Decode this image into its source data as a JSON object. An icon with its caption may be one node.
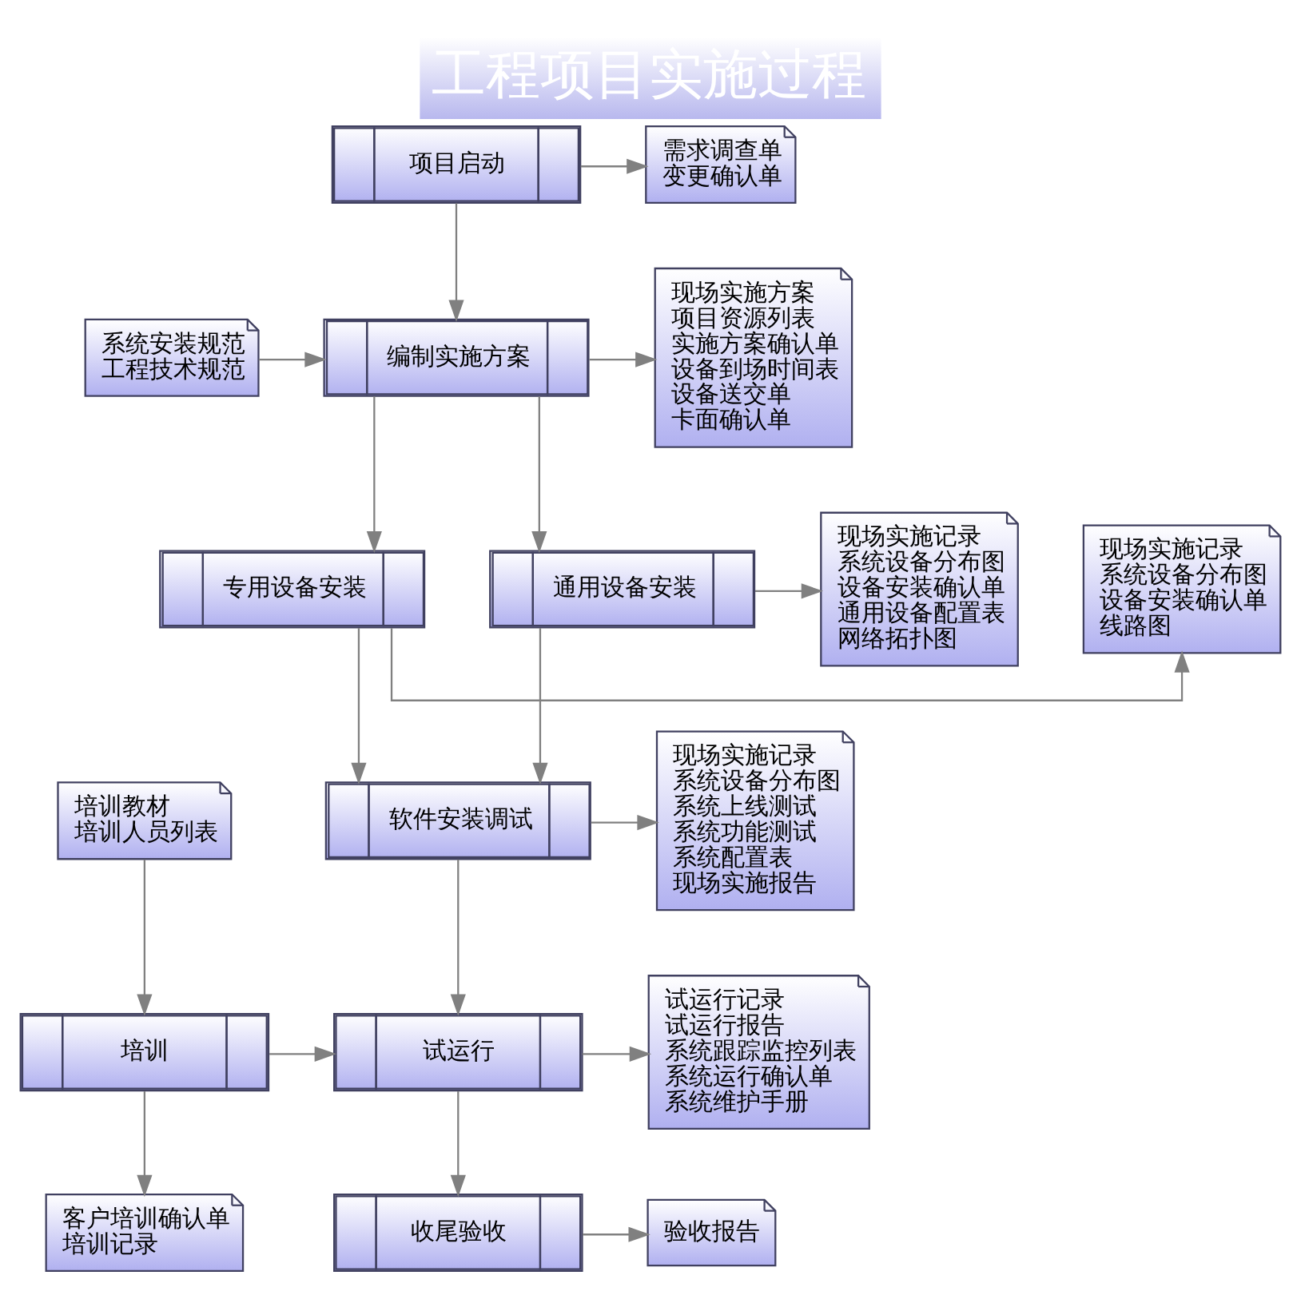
{
  "diagram": {
    "title": "工程项目实施过程",
    "nodes": [
      {
        "text": [
          "项目启动"
        ]
      },
      {
        "text": [
          "需求调查单",
          "变更确认单"
        ]
      },
      {
        "text": [
          "系统安装规范",
          "工程技术规范"
        ]
      },
      {
        "text": [
          "编制实施方案"
        ]
      },
      {
        "text": [
          "现场实施方案",
          "项目资源列表",
          "实施方案确认单",
          "设备到场时间表",
          "设备送交单",
          "卡面确认单"
        ]
      },
      {
        "text": [
          "现场实施记录",
          "系统设备分布图",
          "设备安装确认单",
          "通用设备配置表",
          "网络拓扑图"
        ]
      },
      {
        "text": [
          "通用设备安装"
        ]
      },
      {
        "text": [
          "专用设备安装"
        ]
      },
      {
        "text": [
          "现场实施记录",
          "系统设备分布图",
          "设备安装确认单",
          "线路图"
        ]
      },
      {
        "text": [
          "软件安装调试"
        ]
      },
      {
        "text": [
          "现场实施记录",
          "系统设备分布图",
          "系统上线测试",
          "系统功能测试",
          "系统配置表",
          "现场实施报告"
        ]
      },
      {
        "text": [
          "培训教材",
          "培训人员列表"
        ]
      },
      {
        "text": [
          "培训"
        ]
      },
      {
        "text": [
          "试运行"
        ]
      },
      {
        "text": [
          "试运行记录",
          "试运行报告",
          "系统跟踪监控列表",
          "系统运行确认单",
          "系统维护手册"
        ]
      },
      {
        "text": [
          "客户培训确认单",
          "培训记录"
        ]
      },
      {
        "text": [
          "收尾验收"
        ]
      },
      {
        "text": [
          "验收报告"
        ]
      }
    ],
    "edges": [
      {
        "from": 0,
        "to": 1,
        "arrow": "to"
      },
      {
        "from": 0,
        "to": 3,
        "arrow": "to"
      },
      {
        "from": 2,
        "to": 3,
        "arrow": "to"
      },
      {
        "from": 3,
        "to": 4,
        "arrow": "to"
      },
      {
        "from": 3,
        "to": 6,
        "arrow": "to"
      },
      {
        "from": 3,
        "to": 7,
        "arrow": "to"
      },
      {
        "from": 6,
        "to": 5,
        "arrow": "to"
      },
      {
        "from": 7,
        "to": 8,
        "arrow": "to"
      },
      {
        "from": 6,
        "to": 9,
        "arrow": "to"
      },
      {
        "from": 7,
        "to": 9,
        "arrow": "to"
      },
      {
        "from": 9,
        "to": 10,
        "arrow": "to"
      },
      {
        "from": 9,
        "to": 13,
        "arrow": "to"
      },
      {
        "from": 11,
        "to": 12,
        "arrow": "to"
      },
      {
        "from": 12,
        "to": 13,
        "arrow": "to"
      },
      {
        "from": 12,
        "to": 15,
        "arrow": "to"
      },
      {
        "from": 13,
        "to": 14,
        "arrow": "to"
      },
      {
        "from": 13,
        "to": 16,
        "arrow": "to"
      },
      {
        "from": 16,
        "to": 17,
        "arrow": "to"
      }
    ]
  }
}
